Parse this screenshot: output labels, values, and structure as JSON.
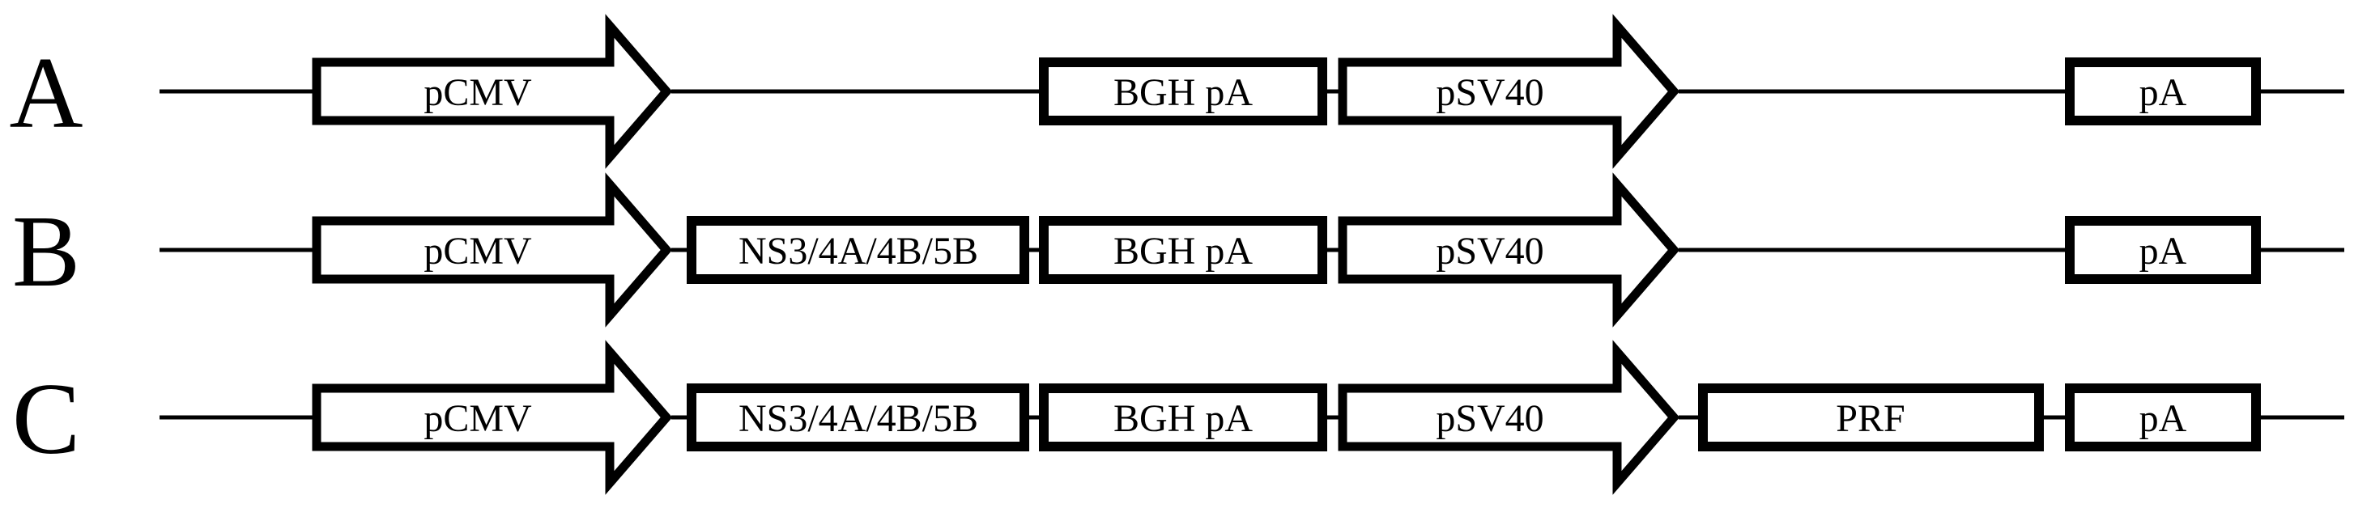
{
  "colors": {
    "stroke": "#000000",
    "fill": "#ffffff",
    "background": "#ffffff"
  },
  "rows": [
    {
      "label": "A",
      "elements": [
        {
          "name": "pCMV"
        },
        {
          "name": "BGH pA"
        },
        {
          "name": "pSV40"
        },
        {
          "name": "pA"
        }
      ]
    },
    {
      "label": "B",
      "elements": [
        {
          "name": "pCMV"
        },
        {
          "name": "NS3/4A/4B/5B"
        },
        {
          "name": "BGH pA"
        },
        {
          "name": "pSV40"
        },
        {
          "name": "pA"
        }
      ]
    },
    {
      "label": "C",
      "elements": [
        {
          "name": "pCMV"
        },
        {
          "name": "NS3/4A/4B/5B"
        },
        {
          "name": "BGH pA"
        },
        {
          "name": "pSV40"
        },
        {
          "name": "PRF"
        },
        {
          "name": "pA"
        }
      ]
    }
  ]
}
